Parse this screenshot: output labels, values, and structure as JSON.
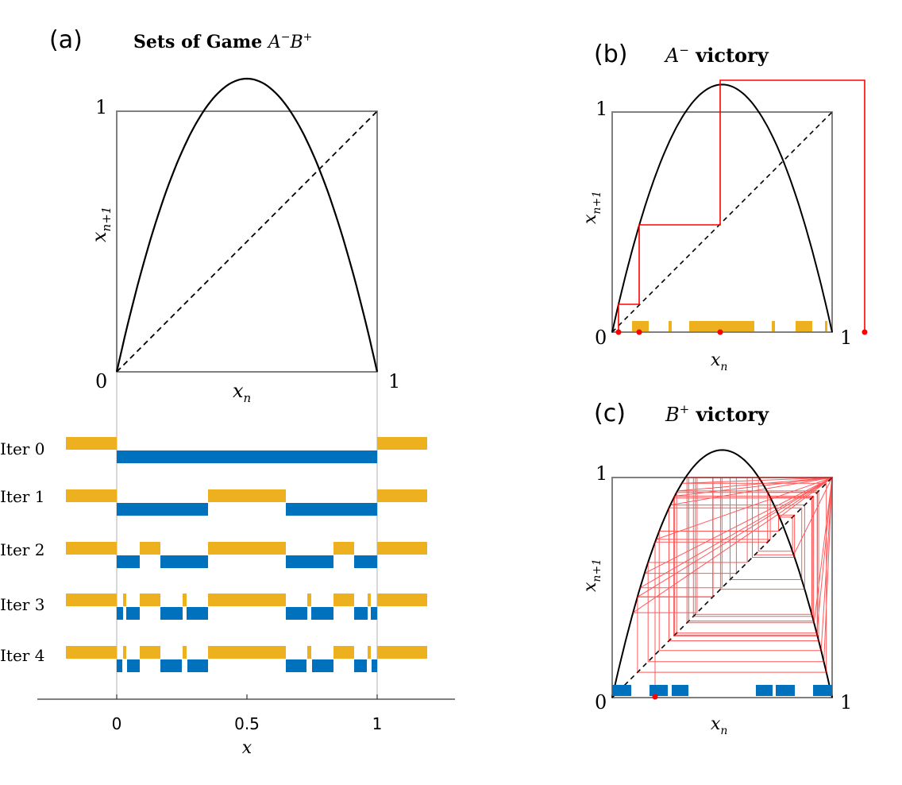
{
  "colors": {
    "A": "#EDB120",
    "B": "#0072BD",
    "orbit": "#FF0000",
    "curve": "#000000",
    "frame": "#808080"
  },
  "panel_a": {
    "letter": "(a)",
    "title_text": "Sets of Game ",
    "title_A": "A",
    "title_A_sup": "−",
    "title_B": "B",
    "title_B_sup": "+",
    "map_axes": {
      "ylabel_x": "x",
      "ylabel_sub": "n+1",
      "xlabel_x": "x",
      "xlabel_sub": "n",
      "one_y": "1",
      "zero": "0",
      "one_x": "1"
    },
    "iter_labels": [
      "Iter 0",
      "Iter 1",
      "Iter 2",
      "Iter 3",
      "Iter 4"
    ],
    "bottom_axis": {
      "ticks": [
        "0",
        "0.5",
        "1"
      ],
      "label": "x"
    }
  },
  "panel_b": {
    "letter": "(b)",
    "title_sym": "A",
    "title_sup": "−",
    "title_word": " victory",
    "axes": {
      "ylabel_x": "x",
      "ylabel_sub": "n+1",
      "xlabel_x": "x",
      "xlabel_sub": "n",
      "one_y": "1",
      "zero": "0",
      "one_x": "1"
    }
  },
  "panel_c": {
    "letter": "(c)",
    "title_sym": "B",
    "title_sup": "+",
    "title_word": " victory",
    "axes": {
      "ylabel_x": "x",
      "ylabel_sub": "n+1",
      "xlabel_x": "x",
      "xlabel_sub": "n",
      "one_y": "1",
      "zero": "0",
      "one_x": "1"
    }
  }
}
